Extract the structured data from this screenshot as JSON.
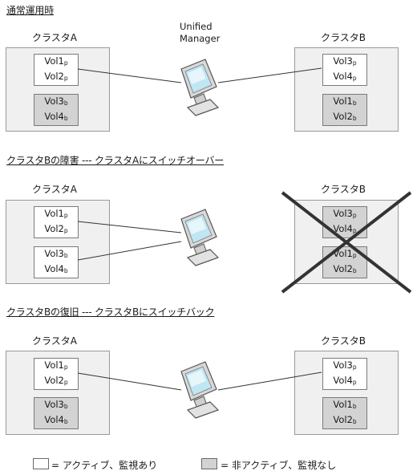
{
  "headings": {
    "normal": "通常運用時",
    "failure": "クラスタBの障害 --- クラスタAにスイッチオーバー",
    "recovery": "クラスタBの復旧 --- クラスタBにスイッチバック"
  },
  "clusters": {
    "a": "クラスタA",
    "b": "クラスタB"
  },
  "unified_manager": {
    "line1": "Unified",
    "line2": "Manager"
  },
  "volumes": {
    "vol1": "Vol1",
    "vol2": "Vol2",
    "vol3": "Vol3",
    "vol4": "Vol4",
    "suffix_p": "p",
    "suffix_b": "b"
  },
  "legend": {
    "active": "= アクティブ、監視あり",
    "inactive": "= 非アクティブ、監視なし"
  },
  "colors": {
    "active_fill": "#ffffff",
    "inactive_fill": "#d3d3d3",
    "cluster_fill": "#f0f0f0",
    "failure_cross": "#333333"
  }
}
